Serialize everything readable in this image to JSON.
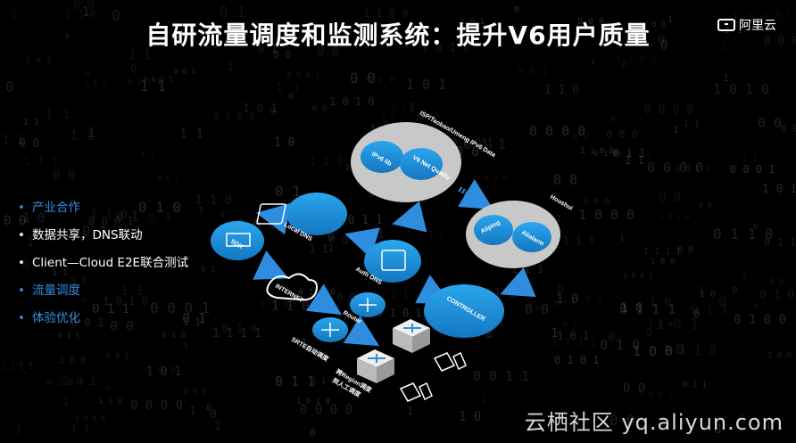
{
  "title": "自研流量调度和监测系统：提升V6用户质量",
  "logo": {
    "text": "阿里云"
  },
  "bullets": [
    {
      "text": "产业合作",
      "color": "#2f8ddf"
    },
    {
      "text": "数据共享，DNS联动",
      "color": "#ffffff"
    },
    {
      "text": "Client—Cloud E2E联合测试",
      "color": "#ffffff"
    },
    {
      "text": "流量调度",
      "color": "#2f8ddf"
    },
    {
      "text": "体验优化",
      "color": "#2f8ddf"
    }
  ],
  "diagram": {
    "isp_label": "ISP/Taobao/Umeng IPv6 Data",
    "ipv6_lib": "IPv6 lib",
    "v6_net_quality": "V6 Net Quality",
    "houshui": "Houshui",
    "aliping": "Aliping",
    "alialarm": "Alialarm",
    "local_dns": "Local DNS",
    "sdk": "SDK",
    "auth_dns": "Auth DNS",
    "internet": "INTERNET",
    "router": "Router",
    "controller": "CONTROLLER",
    "srte": "SRTE自动调度",
    "node_schedule": "跨Region调度",
    "node_schedule2": "到人工调度"
  },
  "watermark": "云栖社区 yq.aliyun.com",
  "colors": {
    "accent": "#2f8ddf",
    "node_blue": "#1f9ae0",
    "background": "#000000"
  }
}
